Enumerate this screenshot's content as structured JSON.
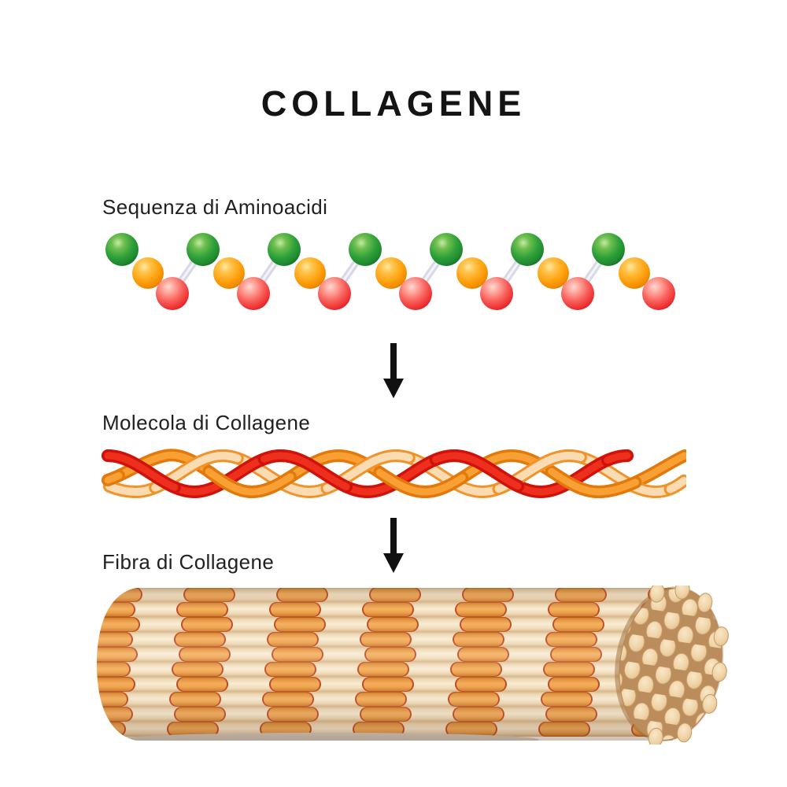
{
  "title": "COLLAGENE",
  "diagram": {
    "steps": [
      {
        "label": "Sequenza di Aminoacidi",
        "graphic": "amino-acid-chain"
      },
      {
        "label": "Molecola di Collagene",
        "graphic": "collagen-triple-helix"
      },
      {
        "label": "Fibra di Collagene",
        "graphic": "collagen-fiber-bundle"
      }
    ],
    "arrow_icon": "down-arrow",
    "colors": {
      "title_text": "#141414",
      "label_text": "#212121",
      "amino_green": "#2ea03a",
      "amino_orange": "#ffa412",
      "amino_red": "#f8625c",
      "bond_gray": "#d8d8e6",
      "helix_red": "#e3170f",
      "helix_orange": "#f08511",
      "helix_cream": "#fbdcb2",
      "fiber_orange": "#f5ae5c",
      "fiber_cream": "#f9ecd4",
      "fiber_band_line_red": "#c2451f",
      "fiber_cross_section_tan": "#bb8c5c",
      "arrow_black": "#111111"
    }
  }
}
